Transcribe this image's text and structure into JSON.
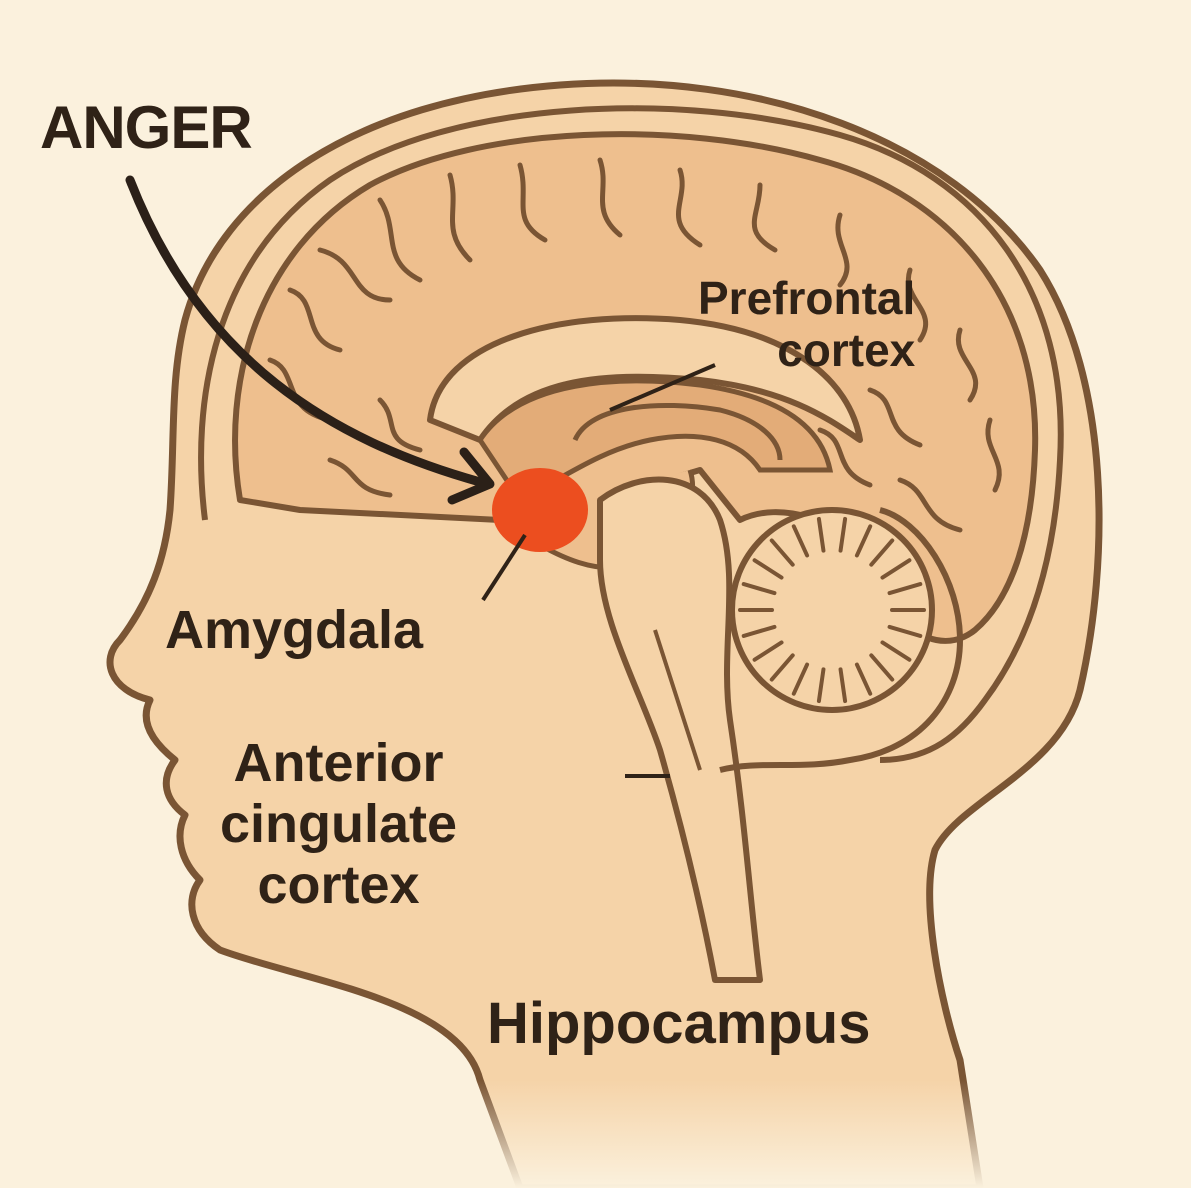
{
  "colors": {
    "background": "#fbf1dd",
    "skin": "#f5d3a8",
    "brain": "#eebf8e",
    "inner_brain": "#e3ac78",
    "outline": "#7a5534",
    "amygdala": "#ec4e1f",
    "text": "#2f2217",
    "arrow": "#2b2018"
  },
  "labels": {
    "anger": "ANGER",
    "amygdala": "Amygdala",
    "prefrontal_line1": "Prefrontal",
    "prefrontal_line2": "cortex",
    "acc_line1": "Anterior",
    "acc_line2": "cingulate",
    "acc_line3": "cortex",
    "hippocampus": "Hippocampus"
  }
}
